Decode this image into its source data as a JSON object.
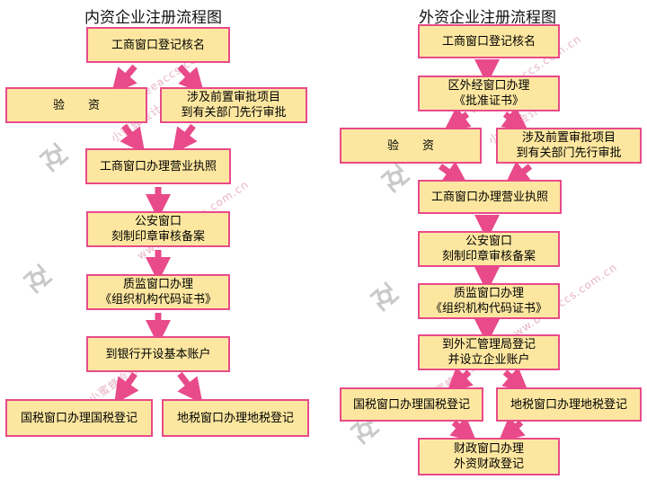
{
  "left": {
    "title": "内资企业注册流程图",
    "steps": {
      "name_approval": "工商窗口登记核名",
      "capital_verify": "验　　资",
      "pre_approval_1": "涉及前置审批项目",
      "pre_approval_2": "到有关部门先行审批",
      "business_license": "工商窗口办理营业执照",
      "police_1": "公安窗口",
      "police_2": "刻制印章审核备案",
      "quality_1": "质监窗口办理",
      "quality_2": "《组织机构代码证书》",
      "bank": "到银行开设基本账户",
      "national_tax": "国税窗口办理国税登记",
      "local_tax": "地税窗口办理地税登记"
    }
  },
  "right": {
    "title": "外资企业注册流程图",
    "steps": {
      "name_approval": "工商窗口登记核名",
      "foreign_econ_1": "区外经窗口办理",
      "foreign_econ_2": "《批准证书》",
      "capital_verify": "验　　资",
      "pre_approval_1": "涉及前置审批项目",
      "pre_approval_2": "到有关部门先行审批",
      "business_license": "工商窗口办理营业执照",
      "police_1": "公安窗口",
      "police_2": "刻制印章审核备案",
      "quality_1": "质监窗口办理",
      "quality_2": "《组织机构代码证书》",
      "forex_1": "到外汇管理局登记",
      "forex_2": "并设立企业账户",
      "national_tax": "国税窗口办理国税登记",
      "local_tax": "地税窗口办理地税登记",
      "finance_1": "财政窗口办理",
      "finance_2": "外资财政登记"
    }
  },
  "watermark": {
    "site": "www.beeaccs.com.cn",
    "brand": "小蜜蜂会计"
  },
  "colors": {
    "box_fill": "#fde7a0",
    "box_border": "#e84a8a",
    "arrow": "#e84a8a"
  }
}
